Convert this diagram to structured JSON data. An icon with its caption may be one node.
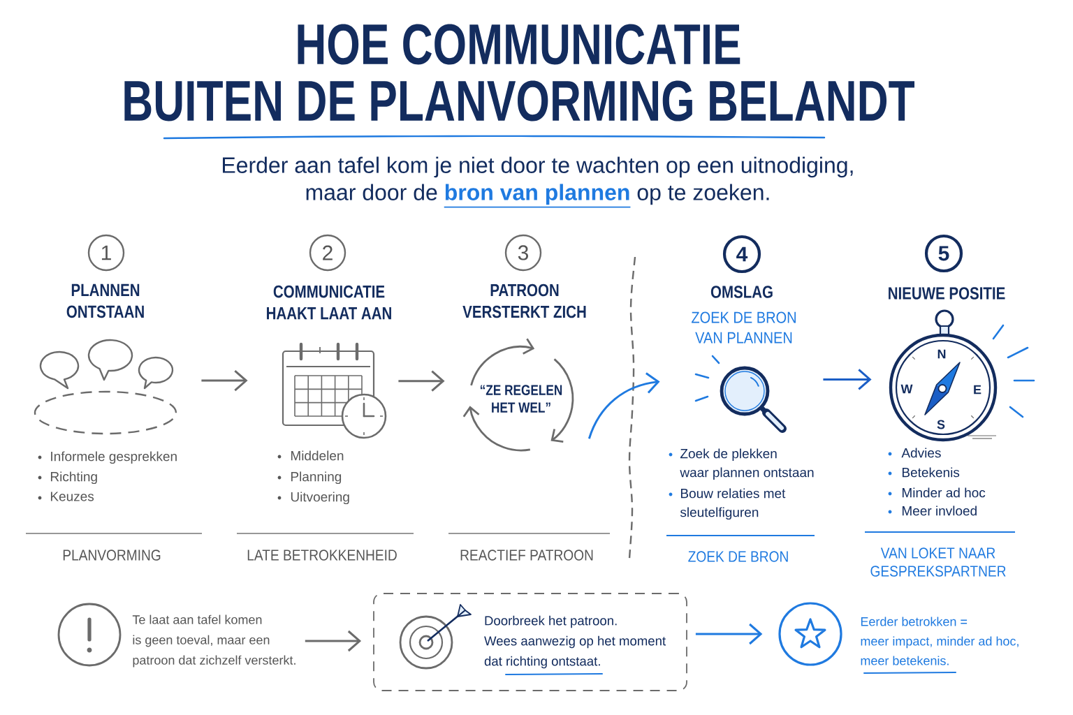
{
  "diagram": {
    "title": "HOE COMMUNICATIE BUITEN DE PLANVORMING BELANDT",
    "nodes": [
      {
        "text": [
          "1"
        ]
      },
      {
        "text": [],
        "shape": "picture"
      },
      {
        "text": [
          "2"
        ]
      },
      {
        "text": [],
        "shape": "picture"
      },
      {
        "text": [
          "3"
        ]
      },
      {
        "text": [
          "“ZE REGELEN HET WEL”"
        ]
      },
      {
        "text": [
          "4"
        ]
      },
      {
        "text": [],
        "shape": "picture"
      },
      {
        "text": [
          "5"
        ]
      },
      {
        "text": [],
        "shape": "picture"
      },
      {
        "text": [
          "Te laat aan tafel komen is geen toeval, maar een patroon dat zichzelf versterkt."
        ]
      },
      {
        "text": [
          "Doorbreek het patroon. Wees aanwezig op het moment dat richting ontstaat."
        ]
      },
      {
        "text": [],
        "shape": "circle",
        "beside": [
          "Eerder betrokken = meer impact, minder ad hoc, meer betekenis."
        ]
      }
    ],
    "edges": [
      {
        "from": 1,
        "to": 3,
        "arrow": "to"
      },
      {
        "from": 3,
        "to": 5,
        "arrow": "to"
      },
      {
        "from": 5,
        "to": 7,
        "arrow": "to",
        "color": "#1f7ae0"
      },
      {
        "from": 7,
        "to": 9,
        "arrow": "to",
        "color": "#1b5ec6"
      },
      {
        "from": 10,
        "to": 11,
        "arrow": "to"
      },
      {
        "from": 11,
        "to": 12,
        "arrow": "to",
        "color": "#1f7ae0"
      }
    ],
    "labels": [
      "Eerder aan tafel kom je niet door te wachten op een uitnodiging, maar door de **bron van plannen** op te zoeken.",
      "PLANNEN ONTSTAAN",
      "Informele gesprekken",
      "Richting",
      "Keuzes",
      "PLANVORMING",
      "COMMUNICATIE HAAKT LAAT AAN",
      "Middelen",
      "Planning",
      "Uitvoering",
      "LATE BETROKKENHEID",
      "PATROON VERSTERKT ZICH",
      "REACTIEF PATROON",
      "OMSLAG",
      "ZOEK DE BRON VAN PLANNEN",
      "Zoek de plekken waar plannen ontstaan",
      "Bouw relaties met sleutelfiguren",
      "ZOEK DE BRON",
      "NIEUWE POSITIE",
      "N",
      "W",
      "E",
      "S",
      "Advies",
      "Betekenis",
      "Minder ad hoc",
      "Meer invloed",
      "VAN LOKET NAAR GESPREKSPARTNER"
    ]
  }
}
